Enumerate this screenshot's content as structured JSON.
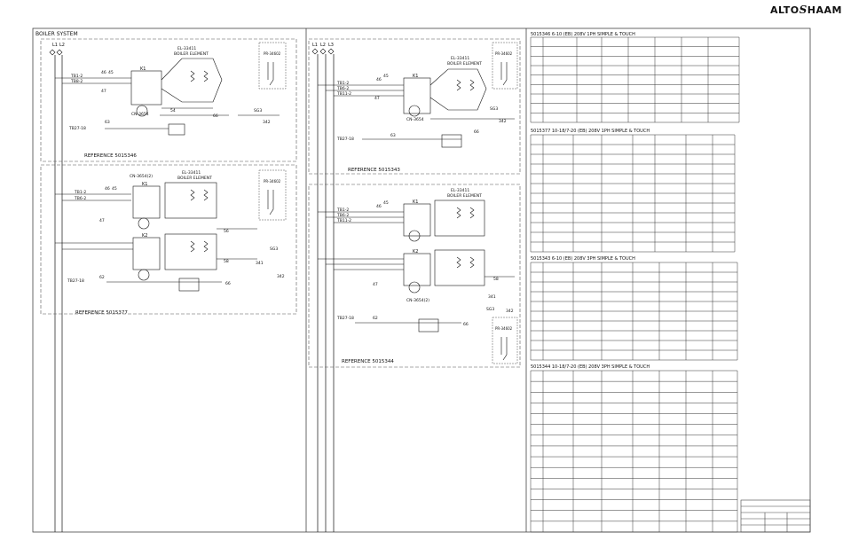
{
  "brand": {
    "left": "ALTO",
    "mark": "S",
    "right": "HAAM"
  },
  "title": "BOILER SYSTEM",
  "panels": {
    "p1": {
      "reference": "REFERENCE 5015346",
      "element": "EL-33411",
      "element_label": "BOILER ELEMENT",
      "contactor": "K1",
      "cn": "CN-3654",
      "pr": "PR-34602",
      "sg": "SG3",
      "wire66": "66",
      "wire63": "63",
      "wire54": "54",
      "n1": "45",
      "n2": "46",
      "n3": "47",
      "tb1": "TB1-2",
      "tb2": "TB8-2",
      "tb3": "TB27-18",
      "m1": "342"
    },
    "p2": {
      "reference": "REFERENCE 5015377",
      "element": "EL-33411",
      "element_label": "BOILER ELEMENT",
      "k1": "K1",
      "k2": "K2",
      "cn": "CN-3654(2)",
      "pr": "PR-34602",
      "sg": "SG3",
      "wire56": "56",
      "wire58": "58",
      "wire66": "66",
      "wire62": "62",
      "n1": "45",
      "n2": "46",
      "n3": "47",
      "tb1": "TB1-2",
      "tb2": "TB6-2",
      "tb3": "TB27-18",
      "m1": "341",
      "m2": "342"
    },
    "p3": {
      "reference": "REFERENCE 5015343",
      "element": "EL-33411",
      "element_label": "BOILER ELEMENT",
      "contactor": "K1",
      "cn": "CN-3654",
      "pr": "PR-34602",
      "sg": "SG3",
      "wire66": "66",
      "wire63": "63",
      "n1": "45",
      "n2": "46",
      "n3": "47",
      "tb1": "TB1-2",
      "tb2": "TB6-2",
      "tb3": "TB11-2",
      "tb4": "TB27-18",
      "m1": "342"
    },
    "p4": {
      "reference": "REFERENCE 5015344",
      "element": "EL-33411",
      "element_label": "BOILER ELEMENT",
      "k1": "K1",
      "k2": "K2",
      "cn": "CN-3654(2)",
      "pr": "PR-34602",
      "sg": "SG3",
      "wire58": "58",
      "wire66": "66",
      "wire62": "62",
      "n1": "45",
      "n2": "46",
      "n3": "47",
      "tb1": "TB1-2",
      "tb2": "TB6-2",
      "tb3": "TB11-2",
      "tb4": "TB27-18",
      "m1": "341",
      "m2": "342"
    }
  },
  "lines_left": [
    "L1",
    "L2"
  ],
  "lines_right": [
    "L1",
    "L2",
    "L3"
  ],
  "tables": [
    {
      "title": "5015346 6-10 (EB) 208V 1PH SIMPLE & TOUCH"
    },
    {
      "title": "5015377 10-18/7-20 (EB) 208V 1PH SIMPLE & TOUCH"
    },
    {
      "title": "5015343 6-10 (EB) 208V 3PH SIMPLE & TOUCH"
    },
    {
      "title": "5015344 10-18/7-20 (EB) 208V 3PH SIMPLE & TOUCH"
    }
  ]
}
